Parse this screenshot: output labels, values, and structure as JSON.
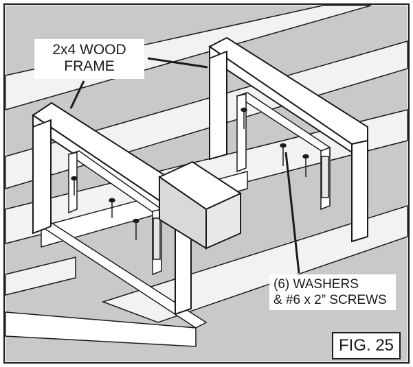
{
  "callouts": {
    "frame_line1": "2x4 WOOD",
    "frame_line2": "FRAME",
    "screws_line1": "(6) WASHERS",
    "screws_line2": "& #6 x 2” SCREWS"
  },
  "figure_label": "FIG. 25",
  "colors": {
    "floor_gray": "#c9c9c9",
    "joist_face": "#f2f2f2",
    "line": "#1a1a1a",
    "frame_white": "#ffffff"
  }
}
